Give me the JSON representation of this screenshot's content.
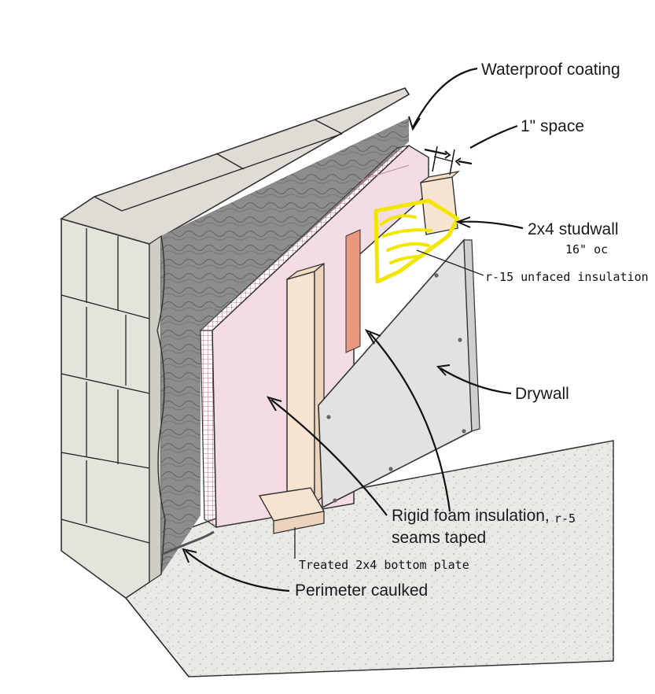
{
  "labels": {
    "waterproof": "Waterproof coating",
    "space": "1\" space",
    "studwall": "2x4 studwall",
    "oc": "16\" oc",
    "unfaced": "r-15 unfaced insulation",
    "drywall": "Drywall",
    "rigid_line1": "Rigid foam insulation,",
    "rigid_r": "r-5",
    "rigid_line2": "seams taped",
    "bottom_plate": "Treated 2x4 bottom plate",
    "perimeter": "Perimeter caulked"
  },
  "colors": {
    "block": "#e4e3dc",
    "block_dark": "#cfcec6",
    "coating": "#8c8c8c",
    "foam": "#f3dce4",
    "foam_edge": "#d9a7b6",
    "stud": "#f7e4d0",
    "drywall": "#e2e2e2",
    "highlight": "#f2e600",
    "strip": "#e9987f",
    "concrete": "#e9e9e6"
  }
}
